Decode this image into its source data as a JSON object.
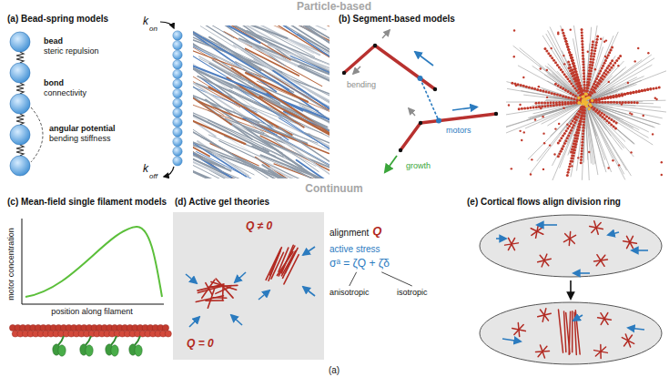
{
  "diagram": {
    "nodes": [
      {
        "text": [
          "Q ≠ 0",
          "Q = 0"
        ]
      }
    ],
    "labels": [
      "Particle-based",
      "(a) Bead-spring models",
      "k",
      "on",
      "k",
      "off",
      "bead",
      "steric repulsion",
      "bond",
      "connectivity",
      "angular potential",
      "bending stiffness",
      "(b) Segment-based models",
      "bending",
      "motors",
      "growth",
      "Continuum",
      "(c) Mean-field single filament models",
      "motor concentration",
      "position along filament",
      "(d) Active gel theories",
      "alignment",
      "Q",
      "active stress",
      "σᵃ = ζQ + ζ̄δ",
      "anisotropic",
      "isotropic",
      "(e) Cortical flows align division ring",
      "(a)"
    ]
  }
}
